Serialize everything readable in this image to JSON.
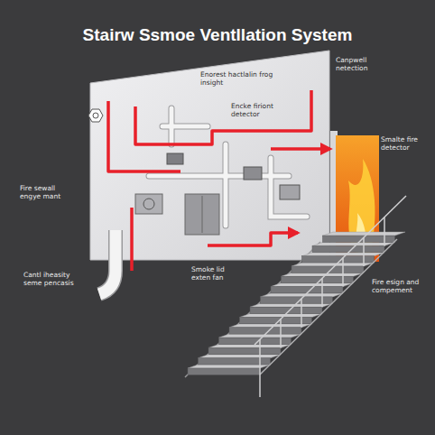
{
  "diagram": {
    "title": "Stairw Ssmoe Ventllation System",
    "labels": [
      "Enorest hactlalin frog insight",
      "Encke firiont detector",
      "Canpwell netection",
      "Smalte fire detector",
      "Fire sewall engye mant",
      "Cantl iheasity seme pencasis",
      "Smoke lid exten fan",
      "Fire esign and compement"
    ]
  }
}
